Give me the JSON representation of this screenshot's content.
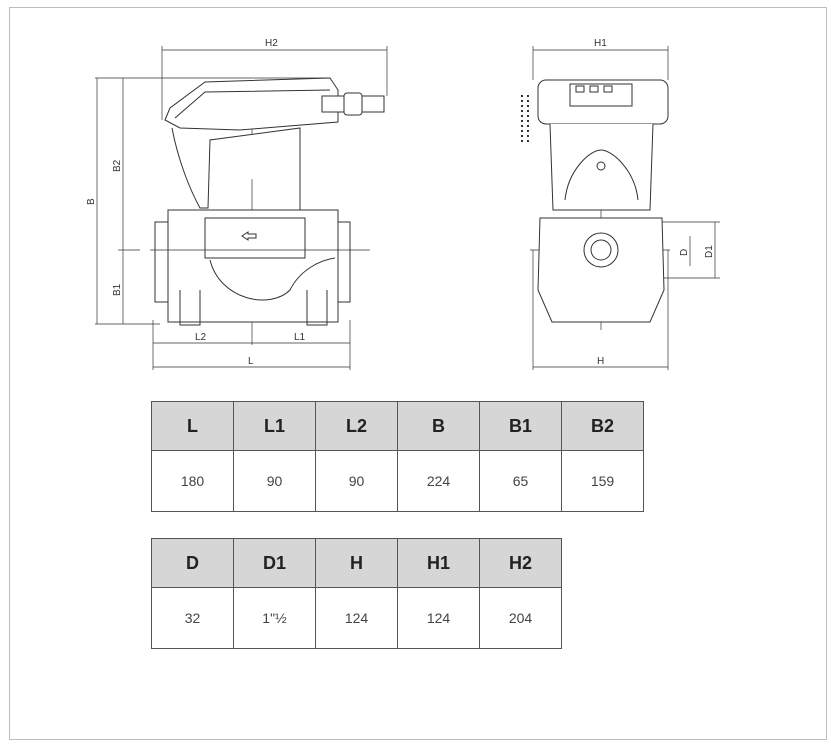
{
  "drawing": {
    "side_view_labels": {
      "h2": "H2",
      "b": "B",
      "b2": "B2",
      "b1": "B1",
      "l2": "L2",
      "l1": "L1",
      "l": "L"
    },
    "front_view_labels": {
      "h1": "H1",
      "h": "H",
      "d": "D",
      "d1": "D1"
    }
  },
  "table1": {
    "headers": [
      "L",
      "L1",
      "L2",
      "B",
      "B1",
      "B2"
    ],
    "values": [
      "180",
      "90",
      "90",
      "224",
      "65",
      "159"
    ]
  },
  "table2": {
    "headers": [
      "D",
      "D1",
      "H",
      "H1",
      "H2"
    ],
    "values": [
      "32",
      "1\"½",
      "124",
      "124",
      "204"
    ]
  }
}
